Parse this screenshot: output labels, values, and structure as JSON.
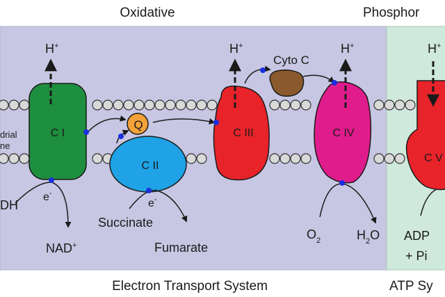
{
  "headers": {
    "left": "Oxidative",
    "right": "Phosphor"
  },
  "footers": {
    "left": "Electron Transport System",
    "right": "ATP Sy"
  },
  "membrane": {
    "label_line1": "drial",
    "label_line2": "ne"
  },
  "complexes": {
    "c1": {
      "label": "C I",
      "color": "#1e8f3f"
    },
    "c2": {
      "label": "C II",
      "color": "#1fa3e6"
    },
    "c3": {
      "label": "C III",
      "color": "#e8232a"
    },
    "c4": {
      "label": "C IV",
      "color": "#e01c8c"
    },
    "c5": {
      "label": "C V",
      "color": "#e8232a"
    },
    "q": {
      "label": "Q",
      "color": "#f2a238"
    },
    "cytoc": {
      "label": "Cyto C",
      "color": "#8a5a2e"
    }
  },
  "protons": {
    "h1": {
      "base": "H",
      "sup": "+"
    },
    "h3": {
      "base": "H",
      "sup": "+"
    },
    "h4": {
      "base": "H",
      "sup": "+"
    },
    "h5": {
      "base": "H",
      "sup": "+"
    }
  },
  "electrons": {
    "e1": {
      "base": "e",
      "sup": "-"
    },
    "e2": {
      "base": "e",
      "sup": "-"
    }
  },
  "substrates": {
    "nadh": "DH",
    "nad": {
      "base": "NAD",
      "sup": "+"
    },
    "succinate": "Succinate",
    "fumarate": "Fumarate",
    "o2": {
      "base": "O",
      "sub": "2"
    },
    "h2o": {
      "pre": "H",
      "sub": "2",
      "post": "O"
    },
    "adp": "ADP",
    "pi": "+ Pi"
  },
  "colors": {
    "ets_region": "#c7c7e3",
    "atp_region": "#cfe9dc",
    "bead": "#d9d9d9",
    "dot": "#1a2fe0",
    "line": "#1a1a1a"
  }
}
